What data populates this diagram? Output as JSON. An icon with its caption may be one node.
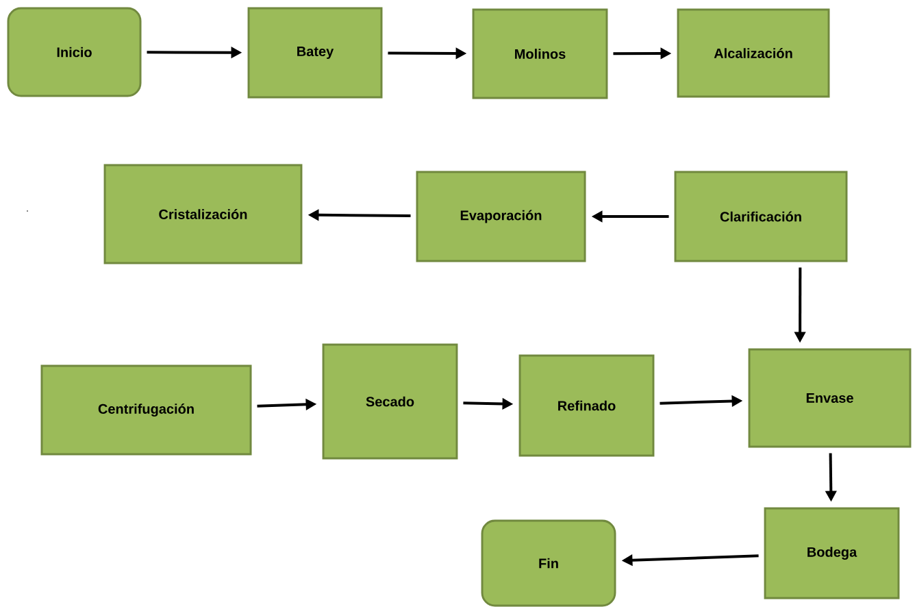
{
  "diagram": {
    "nodes": [
      {
        "text": [
          "Inicio"
        ]
      },
      {
        "text": [
          "Batey"
        ]
      },
      {
        "text": [
          "Molinos"
        ]
      },
      {
        "text": [
          "Alcalización"
        ]
      },
      {
        "text": [
          "Cristalización"
        ]
      },
      {
        "text": [
          "Evaporación"
        ]
      },
      {
        "text": [
          "Clarificación"
        ]
      },
      {
        "text": [
          "Centrifugación"
        ]
      },
      {
        "text": [
          "Secado"
        ]
      },
      {
        "text": [
          "Refinado"
        ]
      },
      {
        "text": [
          "Envase"
        ]
      },
      {
        "text": [
          "Bodega"
        ]
      },
      {
        "text": [
          "Fin"
        ]
      }
    ],
    "edges": [
      {
        "from": 0,
        "to": 1,
        "arrow": "to"
      },
      {
        "from": 1,
        "to": 2,
        "arrow": "to"
      },
      {
        "from": 2,
        "to": 3,
        "arrow": "to"
      },
      {
        "from": 6,
        "to": 5,
        "arrow": "to"
      },
      {
        "from": 5,
        "to": 4,
        "arrow": "to"
      },
      {
        "from": 6,
        "to": 10,
        "arrow": "to"
      },
      {
        "from": 7,
        "to": 8,
        "arrow": "to"
      },
      {
        "from": 8,
        "to": 9,
        "arrow": "to"
      },
      {
        "from": 9,
        "to": 10,
        "arrow": "to"
      },
      {
        "from": 10,
        "to": 11,
        "arrow": "to"
      },
      {
        "from": 11,
        "to": 12,
        "arrow": "to"
      }
    ],
    "labels": [
      "."
    ]
  }
}
